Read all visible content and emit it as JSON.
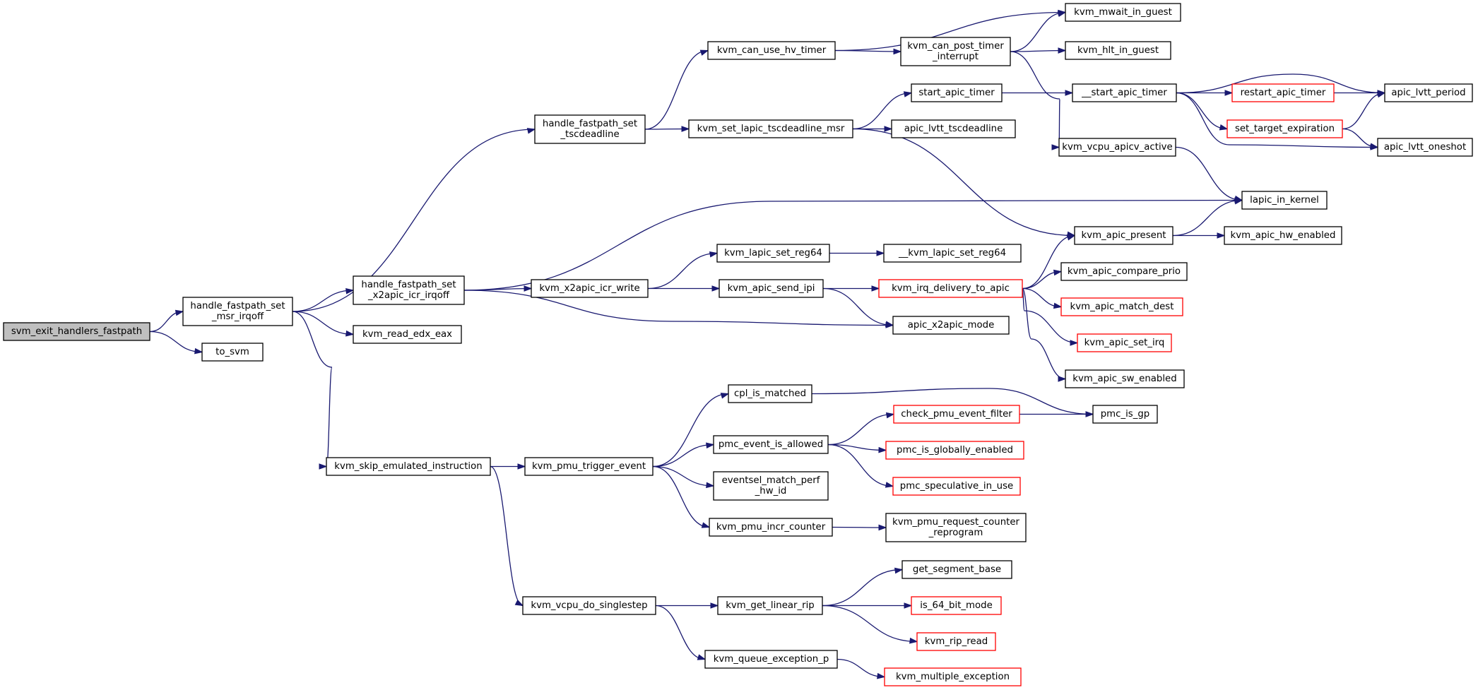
{
  "graph": {
    "nodes": [
      {
        "id": "n0",
        "lines": [
          "svm_exit_handlers_fastpath"
        ],
        "root": true
      },
      {
        "id": "n1",
        "lines": [
          "handle_fastpath_set",
          "_msr_irqoff"
        ]
      },
      {
        "id": "n2",
        "lines": [
          "to_svm"
        ]
      },
      {
        "id": "n3",
        "lines": [
          "handle_fastpath_set",
          "_tscdeadline"
        ]
      },
      {
        "id": "n4",
        "lines": [
          "handle_fastpath_set",
          "_x2apic_icr_irqoff"
        ]
      },
      {
        "id": "n5",
        "lines": [
          "kvm_read_edx_eax"
        ]
      },
      {
        "id": "n6",
        "lines": [
          "kvm_skip_emulated_instruction"
        ]
      },
      {
        "id": "n7",
        "lines": [
          "kvm_can_use_hv_timer"
        ]
      },
      {
        "id": "n8",
        "lines": [
          "kvm_set_lapic_tscdeadline_msr"
        ]
      },
      {
        "id": "n9",
        "lines": [
          "kvm_x2apic_icr_write"
        ]
      },
      {
        "id": "n10",
        "lines": [
          "kvm_lapic_set_reg64"
        ]
      },
      {
        "id": "n11",
        "lines": [
          "kvm_apic_send_ipi"
        ]
      },
      {
        "id": "n12",
        "lines": [
          "kvm_can_post_timer",
          "_interrupt"
        ]
      },
      {
        "id": "n13",
        "lines": [
          "start_apic_timer"
        ]
      },
      {
        "id": "n14",
        "lines": [
          "apic_lvtt_tscdeadline"
        ]
      },
      {
        "id": "n15",
        "lines": [
          "__kvm_lapic_set_reg64"
        ]
      },
      {
        "id": "n16",
        "lines": [
          "kvm_irq_delivery_to_apic"
        ],
        "red": true
      },
      {
        "id": "n17",
        "lines": [
          "apic_x2apic_mode"
        ]
      },
      {
        "id": "n18",
        "lines": [
          "kvm_mwait_in_guest"
        ]
      },
      {
        "id": "n19",
        "lines": [
          "kvm_hlt_in_guest"
        ]
      },
      {
        "id": "n20",
        "lines": [
          "__start_apic_timer"
        ]
      },
      {
        "id": "n21",
        "lines": [
          "kvm_vcpu_apicv_active"
        ]
      },
      {
        "id": "n22",
        "lines": [
          "kvm_apic_present"
        ]
      },
      {
        "id": "n23",
        "lines": [
          "kvm_apic_compare_prio"
        ]
      },
      {
        "id": "n24",
        "lines": [
          "kvm_apic_match_dest"
        ],
        "red": true
      },
      {
        "id": "n25",
        "lines": [
          "kvm_apic_set_irq"
        ],
        "red": true
      },
      {
        "id": "n26",
        "lines": [
          "kvm_apic_sw_enabled"
        ]
      },
      {
        "id": "n27",
        "lines": [
          "restart_apic_timer"
        ],
        "red": true
      },
      {
        "id": "n28",
        "lines": [
          "set_target_expiration"
        ],
        "red": true
      },
      {
        "id": "n29",
        "lines": [
          "kvm_apic_hw_enabled"
        ]
      },
      {
        "id": "n30",
        "lines": [
          "apic_lvtt_period"
        ]
      },
      {
        "id": "n31",
        "lines": [
          "apic_lvtt_oneshot"
        ]
      },
      {
        "id": "n32",
        "lines": [
          "lapic_in_kernel"
        ]
      },
      {
        "id": "n33",
        "lines": [
          "kvm_pmu_trigger_event"
        ]
      },
      {
        "id": "n34",
        "lines": [
          "cpl_is_matched"
        ]
      },
      {
        "id": "n35",
        "lines": [
          "pmc_event_is_allowed"
        ]
      },
      {
        "id": "n36",
        "lines": [
          "eventsel_match_perf",
          "_hw_id"
        ]
      },
      {
        "id": "n37",
        "lines": [
          "kvm_pmu_incr_counter"
        ]
      },
      {
        "id": "n38",
        "lines": [
          "check_pmu_event_filter"
        ],
        "red": true
      },
      {
        "id": "n39",
        "lines": [
          "pmc_is_globally_enabled"
        ],
        "red": true
      },
      {
        "id": "n40",
        "lines": [
          "pmc_speculative_in_use"
        ],
        "red": true
      },
      {
        "id": "n41",
        "lines": [
          "kvm_pmu_request_counter",
          "_reprogram"
        ]
      },
      {
        "id": "n42",
        "lines": [
          "pmc_is_gp"
        ]
      },
      {
        "id": "n43",
        "lines": [
          "kvm_vcpu_do_singlestep"
        ]
      },
      {
        "id": "n44",
        "lines": [
          "kvm_get_linear_rip"
        ]
      },
      {
        "id": "n45",
        "lines": [
          "kvm_queue_exception_p"
        ]
      },
      {
        "id": "n46",
        "lines": [
          "get_segment_base"
        ]
      },
      {
        "id": "n47",
        "lines": [
          "is_64_bit_mode"
        ],
        "red": true
      },
      {
        "id": "n48",
        "lines": [
          "kvm_rip_read"
        ],
        "red": true
      },
      {
        "id": "n49",
        "lines": [
          "kvm_multiple_exception"
        ],
        "red": true
      }
    ],
    "edges": [
      {
        "from": "n0",
        "to": "n1"
      },
      {
        "from": "n0",
        "to": "n2"
      },
      {
        "from": "n1",
        "to": "n3"
      },
      {
        "from": "n1",
        "to": "n4"
      },
      {
        "from": "n1",
        "to": "n5"
      },
      {
        "from": "n1",
        "to": "n6"
      },
      {
        "from": "n3",
        "to": "n7"
      },
      {
        "from": "n3",
        "to": "n8"
      },
      {
        "from": "n7",
        "to": "n12"
      },
      {
        "from": "n7",
        "to": "n18"
      },
      {
        "from": "n12",
        "to": "n18"
      },
      {
        "from": "n12",
        "to": "n19"
      },
      {
        "from": "n12",
        "to": "n21"
      },
      {
        "from": "n8",
        "to": "n13"
      },
      {
        "from": "n8",
        "to": "n14"
      },
      {
        "from": "n8",
        "to": "n22"
      },
      {
        "from": "n13",
        "to": "n20"
      },
      {
        "from": "n20",
        "to": "n27"
      },
      {
        "from": "n20",
        "to": "n28"
      },
      {
        "from": "n20",
        "to": "n30"
      },
      {
        "from": "n20",
        "to": "n31"
      },
      {
        "from": "n27",
        "to": "n30"
      },
      {
        "from": "n28",
        "to": "n30"
      },
      {
        "from": "n28",
        "to": "n31"
      },
      {
        "from": "n21",
        "to": "n32"
      },
      {
        "from": "n4",
        "to": "n32"
      },
      {
        "from": "n4",
        "to": "n9"
      },
      {
        "from": "n4",
        "to": "n17"
      },
      {
        "from": "n9",
        "to": "n10"
      },
      {
        "from": "n9",
        "to": "n11"
      },
      {
        "from": "n10",
        "to": "n15"
      },
      {
        "from": "n11",
        "to": "n16"
      },
      {
        "from": "n11",
        "to": "n17"
      },
      {
        "from": "n16",
        "to": "n22"
      },
      {
        "from": "n16",
        "to": "n23"
      },
      {
        "from": "n16",
        "to": "n24"
      },
      {
        "from": "n16",
        "to": "n25"
      },
      {
        "from": "n16",
        "to": "n26"
      },
      {
        "from": "n22",
        "to": "n32"
      },
      {
        "from": "n22",
        "to": "n29"
      },
      {
        "from": "n6",
        "to": "n33"
      },
      {
        "from": "n6",
        "to": "n43"
      },
      {
        "from": "n33",
        "to": "n34"
      },
      {
        "from": "n33",
        "to": "n35"
      },
      {
        "from": "n33",
        "to": "n36"
      },
      {
        "from": "n33",
        "to": "n37"
      },
      {
        "from": "n34",
        "to": "n42"
      },
      {
        "from": "n35",
        "to": "n38"
      },
      {
        "from": "n35",
        "to": "n39"
      },
      {
        "from": "n35",
        "to": "n40"
      },
      {
        "from": "n38",
        "to": "n42"
      },
      {
        "from": "n37",
        "to": "n41"
      },
      {
        "from": "n43",
        "to": "n44"
      },
      {
        "from": "n43",
        "to": "n45"
      },
      {
        "from": "n44",
        "to": "n46"
      },
      {
        "from": "n44",
        "to": "n47"
      },
      {
        "from": "n44",
        "to": "n48"
      },
      {
        "from": "n45",
        "to": "n49"
      }
    ]
  }
}
